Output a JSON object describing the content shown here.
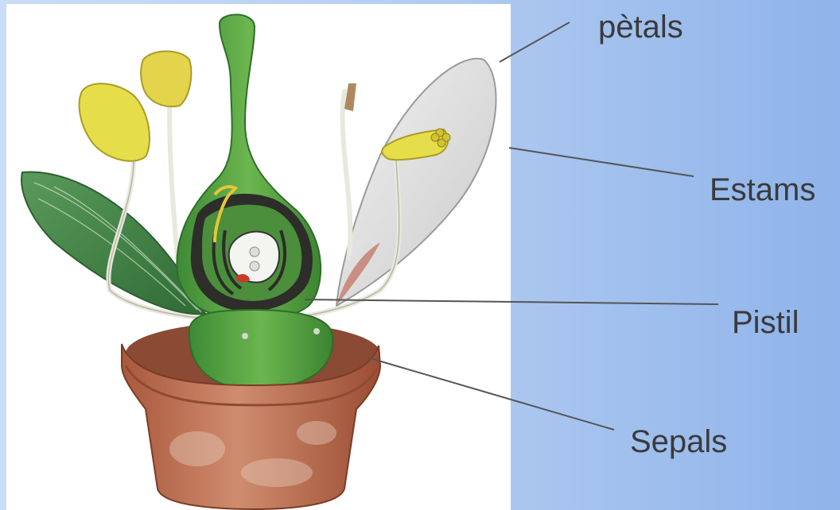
{
  "labels": {
    "petals": "pètals",
    "stamens": "Estams",
    "pistil": "Pistil",
    "sepals": "Sepals"
  },
  "colors": {
    "background_left": "#c9ddf7",
    "background_right": "#8fb3ea",
    "label_text": "#3a3a3a",
    "leader_line": "#555555",
    "pistil_green": "#4f9a3a",
    "anther_yellow": "#e6dd4a",
    "pot_terracotta": "#b9684a",
    "petal_white": "#e4e4e4",
    "sepal_green": "#3f7f42"
  }
}
